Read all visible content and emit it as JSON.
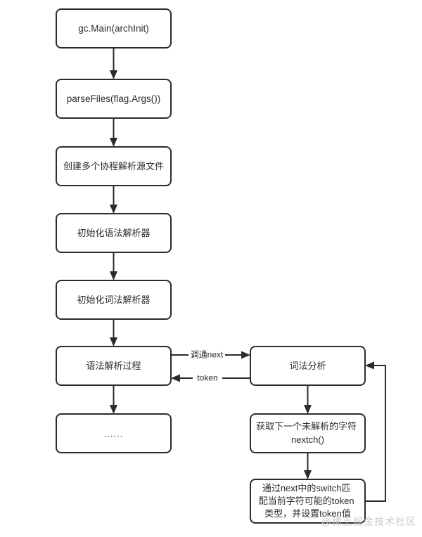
{
  "diagram": {
    "title": "Go compiler parsing flow",
    "background_color": "#ffffff",
    "stroke_color": "#2b2b2b",
    "text_color": "#2b2b2b",
    "nodes": [
      {
        "id": "main",
        "label": "gc.Main(archInit)",
        "script": "latin"
      },
      {
        "id": "parsefiles",
        "label": "parseFiles(flag.Args())",
        "script": "latin"
      },
      {
        "id": "goroutines",
        "label": "创建多个协程解析源文件",
        "script": "cjk"
      },
      {
        "id": "initparser",
        "label": "初始化语法解析器",
        "script": "cjk"
      },
      {
        "id": "initlexer",
        "label": "初始化词法解析器",
        "script": "cjk"
      },
      {
        "id": "parseproc",
        "label": "语法解析过程",
        "script": "cjk"
      },
      {
        "id": "ellipsis",
        "label": "......",
        "script": "latin"
      },
      {
        "id": "lexanalysis",
        "label": "词法分析",
        "script": "cjk"
      },
      {
        "id": "nextch",
        "label": "获取下一个未解析的字符\nnextch()",
        "script": "cjk"
      },
      {
        "id": "switchmatch",
        "label": "通过next中的switch匹\n配当前字符可能的token\n类型，并设置token值",
        "script": "cjk"
      }
    ],
    "edge_labels": {
      "call_next": "调通next",
      "return_token": "token"
    }
  },
  "watermark": {
    "text": "@稀土掘金技术社区"
  }
}
